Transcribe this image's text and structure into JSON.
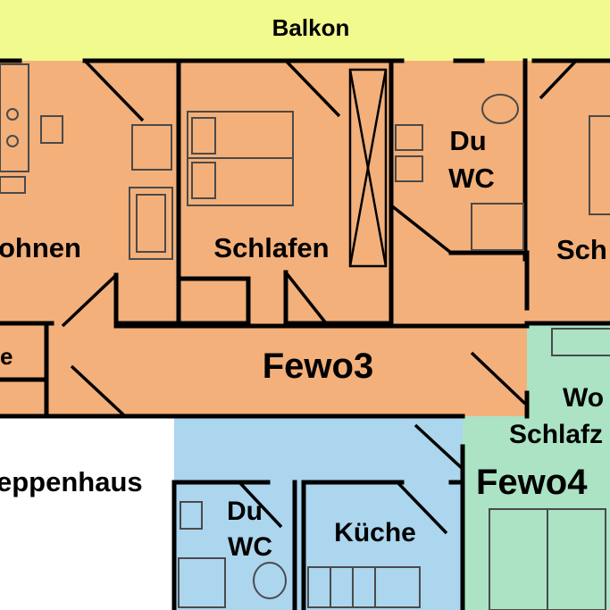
{
  "colors": {
    "balcony": "#f1fa8c",
    "fewo3": "#f3b07a",
    "fewo4": "#abe3c4",
    "shared": "#acd5ee",
    "stairwell": "#ffffff",
    "wall": "#000000"
  },
  "labels": {
    "balkon": "Balkon",
    "wohnen_left": "ohnen",
    "schlafen": "Schlafen",
    "du_top": "Du",
    "wc_top": "WC",
    "schlafen_right": "Sch",
    "kueche_left": "e",
    "fewo3": "Fewo3",
    "treppenhaus": "eppenhaus",
    "du_bottom": "Du",
    "wc_bottom": "WC",
    "kueche": "Küche",
    "wohnen_right": "Wo",
    "schlafzimmer": "Schlafz",
    "fewo4": "Fewo4"
  }
}
